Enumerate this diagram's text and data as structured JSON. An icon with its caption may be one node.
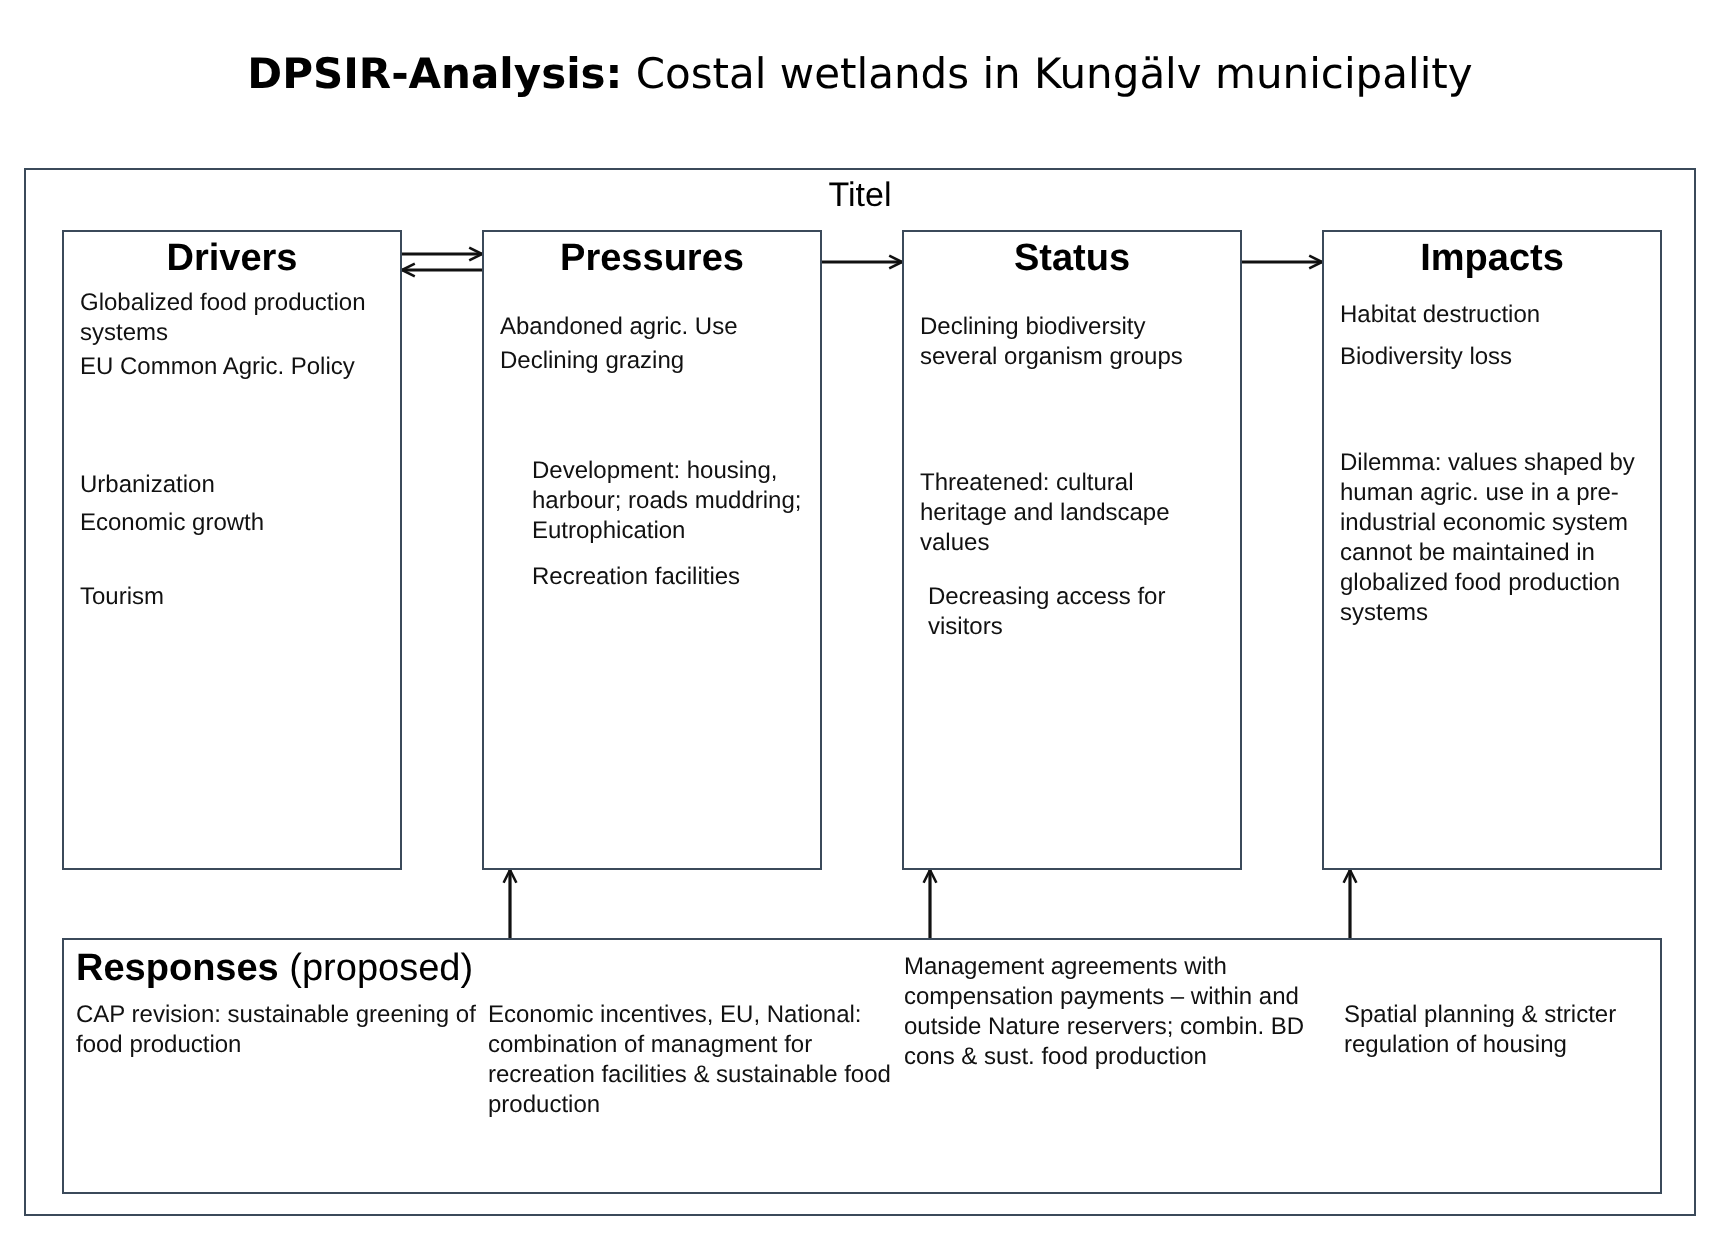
{
  "diagram": {
    "title": "**DPSIR-Analysis:** Costal wetlands in Kungälv municipality",
    "nodes": [
      {
        "text": [
          "Titel"
        ]
      },
      {
        "text": [
          "Drivers",
          "Globalized food production systems",
          "EU Common Agric. Policy",
          "Urbanization",
          "Economic growth",
          "Tourism"
        ],
        "in": 0
      },
      {
        "text": [
          "Pressures",
          "Abandoned agric. Use",
          "Declining grazing",
          "Development: housing, harbour; roads muddring; Eutrophication",
          "Recreation facilities"
        ],
        "in": 0
      },
      {
        "text": [
          "Status",
          "Declining biodiversity several organism groups",
          "Threatened: cultural heritage and landscape values",
          "Decreasing access for visitors"
        ],
        "in": 0
      },
      {
        "text": [
          "Impacts",
          "Habitat destruction",
          "Biodiversity loss",
          "Dilemma: values shaped by human agric. use in a pre-industrial economic system cannot be maintained in globalized food production systems"
        ],
        "in": 0
      },
      {
        "text": [
          "**Responses** (proposed)",
          "CAP revision: sustainable greening of food production",
          "Economic incentives, EU, National: combination of managment for recreation facilities & sustainable food production",
          "Management agreements with compensation payments – within and outside Nature reservers; combin. BD cons & sust. food production",
          "Spatial planning & stricter regulation of housing"
        ],
        "in": 0
      }
    ],
    "edges": [
      {
        "from": 1,
        "to": 2,
        "arrow": "to"
      },
      {
        "from": 2,
        "to": 1,
        "arrow": "to"
      },
      {
        "from": 2,
        "to": 3,
        "arrow": "to"
      },
      {
        "from": 3,
        "to": 4,
        "arrow": "to"
      },
      {
        "from": 5,
        "to": 2,
        "arrow": "to"
      },
      {
        "from": 5,
        "to": 3,
        "arrow": "to"
      },
      {
        "from": 5,
        "to": 4,
        "arrow": "to"
      }
    ]
  }
}
